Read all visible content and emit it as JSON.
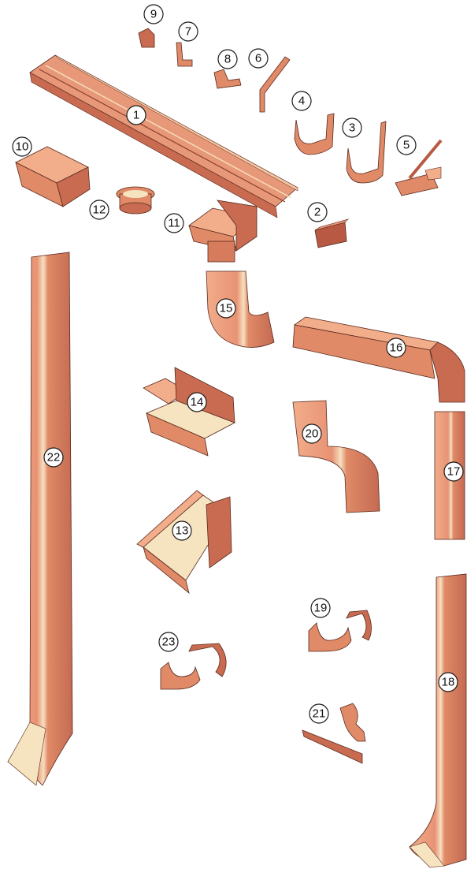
{
  "colors": {
    "copper_light": "#f2b08c",
    "copper_mid": "#e08a67",
    "copper_dark": "#b85a43",
    "copper_shadow": "#8e3f2e",
    "cream_highlight": "#f6e3bf",
    "outline": "#5a2a1e"
  },
  "parts": [
    {
      "id": "part-1",
      "label": "1"
    },
    {
      "id": "part-2",
      "label": "2"
    },
    {
      "id": "part-3",
      "label": "3"
    },
    {
      "id": "part-4",
      "label": "4"
    },
    {
      "id": "part-5",
      "label": "5"
    },
    {
      "id": "part-6",
      "label": "6"
    },
    {
      "id": "part-7",
      "label": "7"
    },
    {
      "id": "part-8",
      "label": "8"
    },
    {
      "id": "part-9",
      "label": "9"
    },
    {
      "id": "part-10",
      "label": "10"
    },
    {
      "id": "part-11",
      "label": "11"
    },
    {
      "id": "part-12",
      "label": "12"
    },
    {
      "id": "part-13",
      "label": "13"
    },
    {
      "id": "part-14",
      "label": "14"
    },
    {
      "id": "part-15",
      "label": "15"
    },
    {
      "id": "part-16",
      "label": "16"
    },
    {
      "id": "part-17",
      "label": "17"
    },
    {
      "id": "part-18",
      "label": "18"
    },
    {
      "id": "part-19",
      "label": "19"
    },
    {
      "id": "part-20",
      "label": "20"
    },
    {
      "id": "part-21",
      "label": "21"
    },
    {
      "id": "part-22",
      "label": "22"
    },
    {
      "id": "part-23",
      "label": "23"
    }
  ]
}
